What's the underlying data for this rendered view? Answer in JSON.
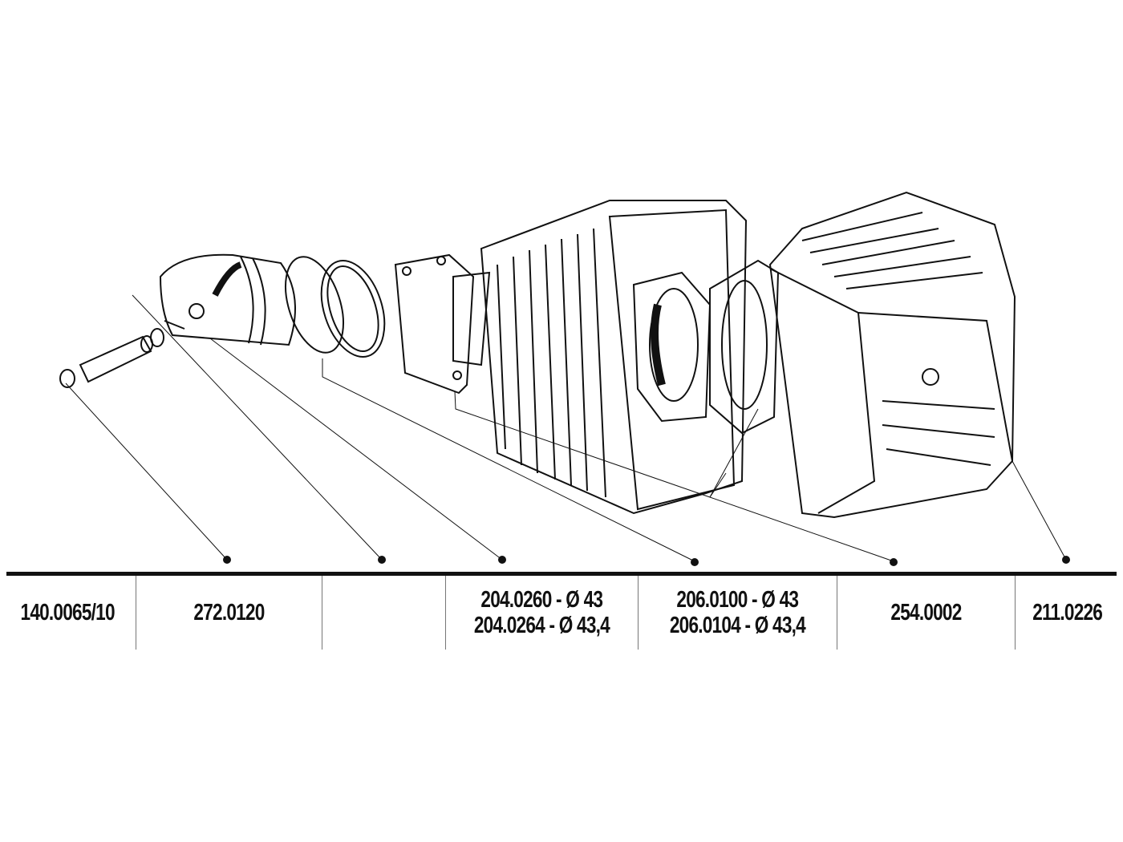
{
  "parts_table": {
    "columns": [
      {
        "lines": [
          "140.0065/10"
        ]
      },
      {
        "lines": [
          "272.0120"
        ]
      },
      {
        "lines": []
      },
      {
        "lines": [
          "204.0260 - Ø 43",
          "204.0264 - Ø 43,4"
        ]
      },
      {
        "lines": [
          "206.0100 - Ø 43",
          "206.0104 - Ø 43,4"
        ]
      },
      {
        "lines": [
          "254.0002"
        ]
      },
      {
        "lines": [
          "211.0226"
        ]
      }
    ]
  },
  "colors": {
    "ink": "#111111",
    "background": "#ffffff"
  }
}
